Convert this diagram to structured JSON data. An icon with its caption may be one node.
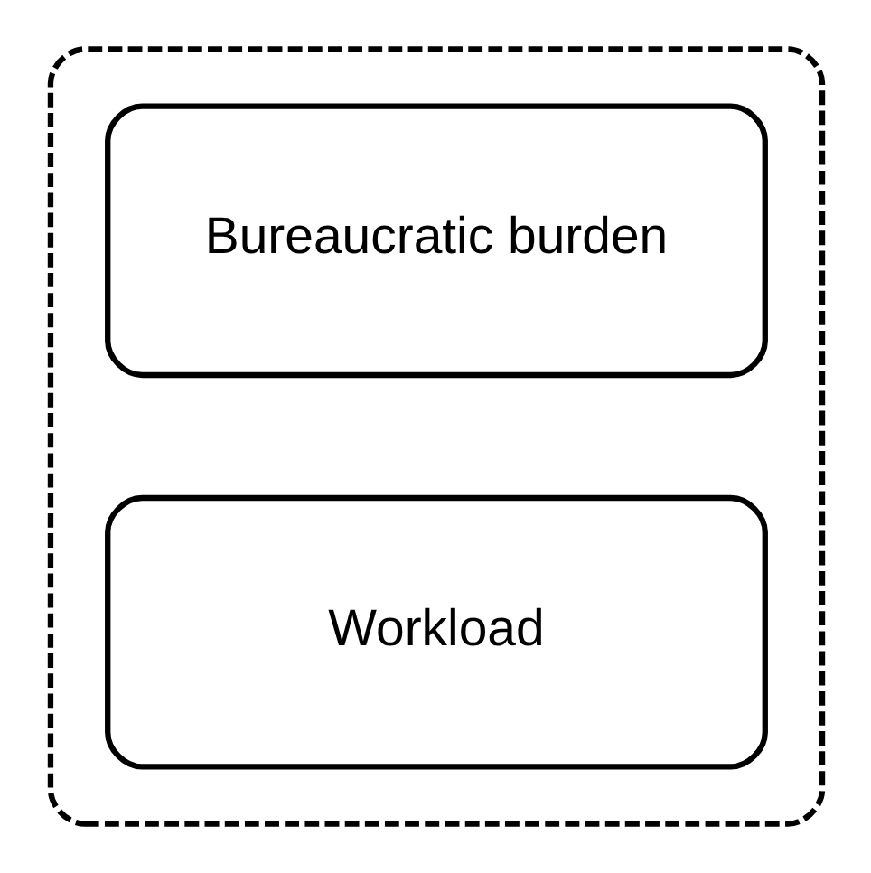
{
  "diagram": {
    "nodes": [
      {
        "text": [],
        "shape": "box"
      },
      {
        "text": [
          "Bureaucratic burden"
        ],
        "in": 0
      },
      {
        "text": [
          "Workload"
        ],
        "in": 0
      }
    ]
  }
}
